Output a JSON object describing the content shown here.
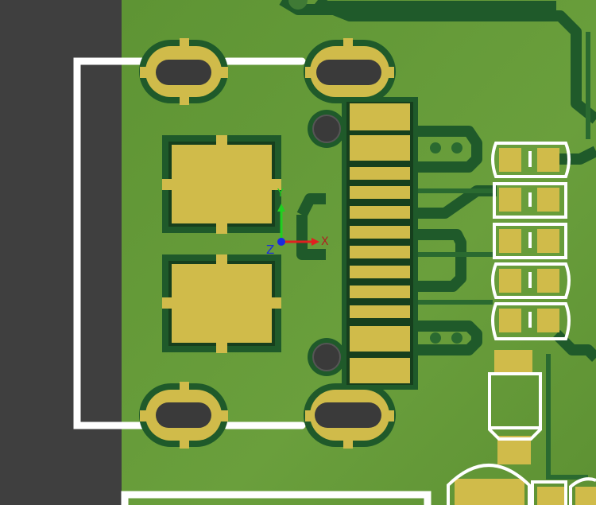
{
  "viewer": {
    "background_color": "#3f3f3f",
    "board_color": "#6a9c3a",
    "copper_color": "#1f5a2a",
    "pad_color": "#d0bb4a",
    "silkscreen_color": "#ffffff",
    "hole_color": "#3a3a3a"
  },
  "axes": {
    "x_label": "X",
    "y_label": "Y",
    "z_label": "Z",
    "x_color": "#e02020",
    "y_color": "#20d020",
    "z_color": "#1a2adf"
  }
}
